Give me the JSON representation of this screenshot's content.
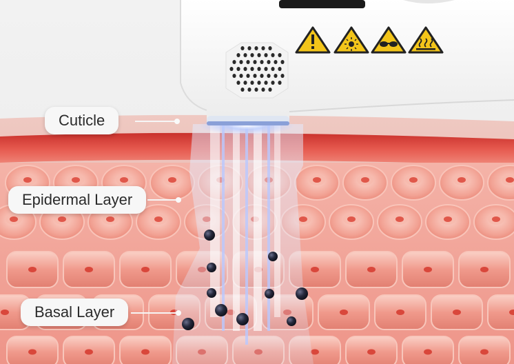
{
  "labels": {
    "cuticle": "Cuticle",
    "epidermal": "Epidermal Layer",
    "basal": "Basal Layer"
  },
  "colors": {
    "skin_top": "#e8b0a8",
    "cuticle_band": "#d9423a",
    "epidermal_cell": "#f3a89a",
    "epidermal_nucleus": "#e0574a",
    "basal_cell": "#ef9488",
    "device_body": "#fafafa",
    "light_beam": "#c9d8ff",
    "pigment_dot": "#1e2130",
    "warning_yellow": "#f3c51a"
  },
  "icons": [
    "laser-warning-icon",
    "radiation-warning-icon",
    "eye-protection-warning-icon",
    "hot-surface-warning-icon"
  ]
}
